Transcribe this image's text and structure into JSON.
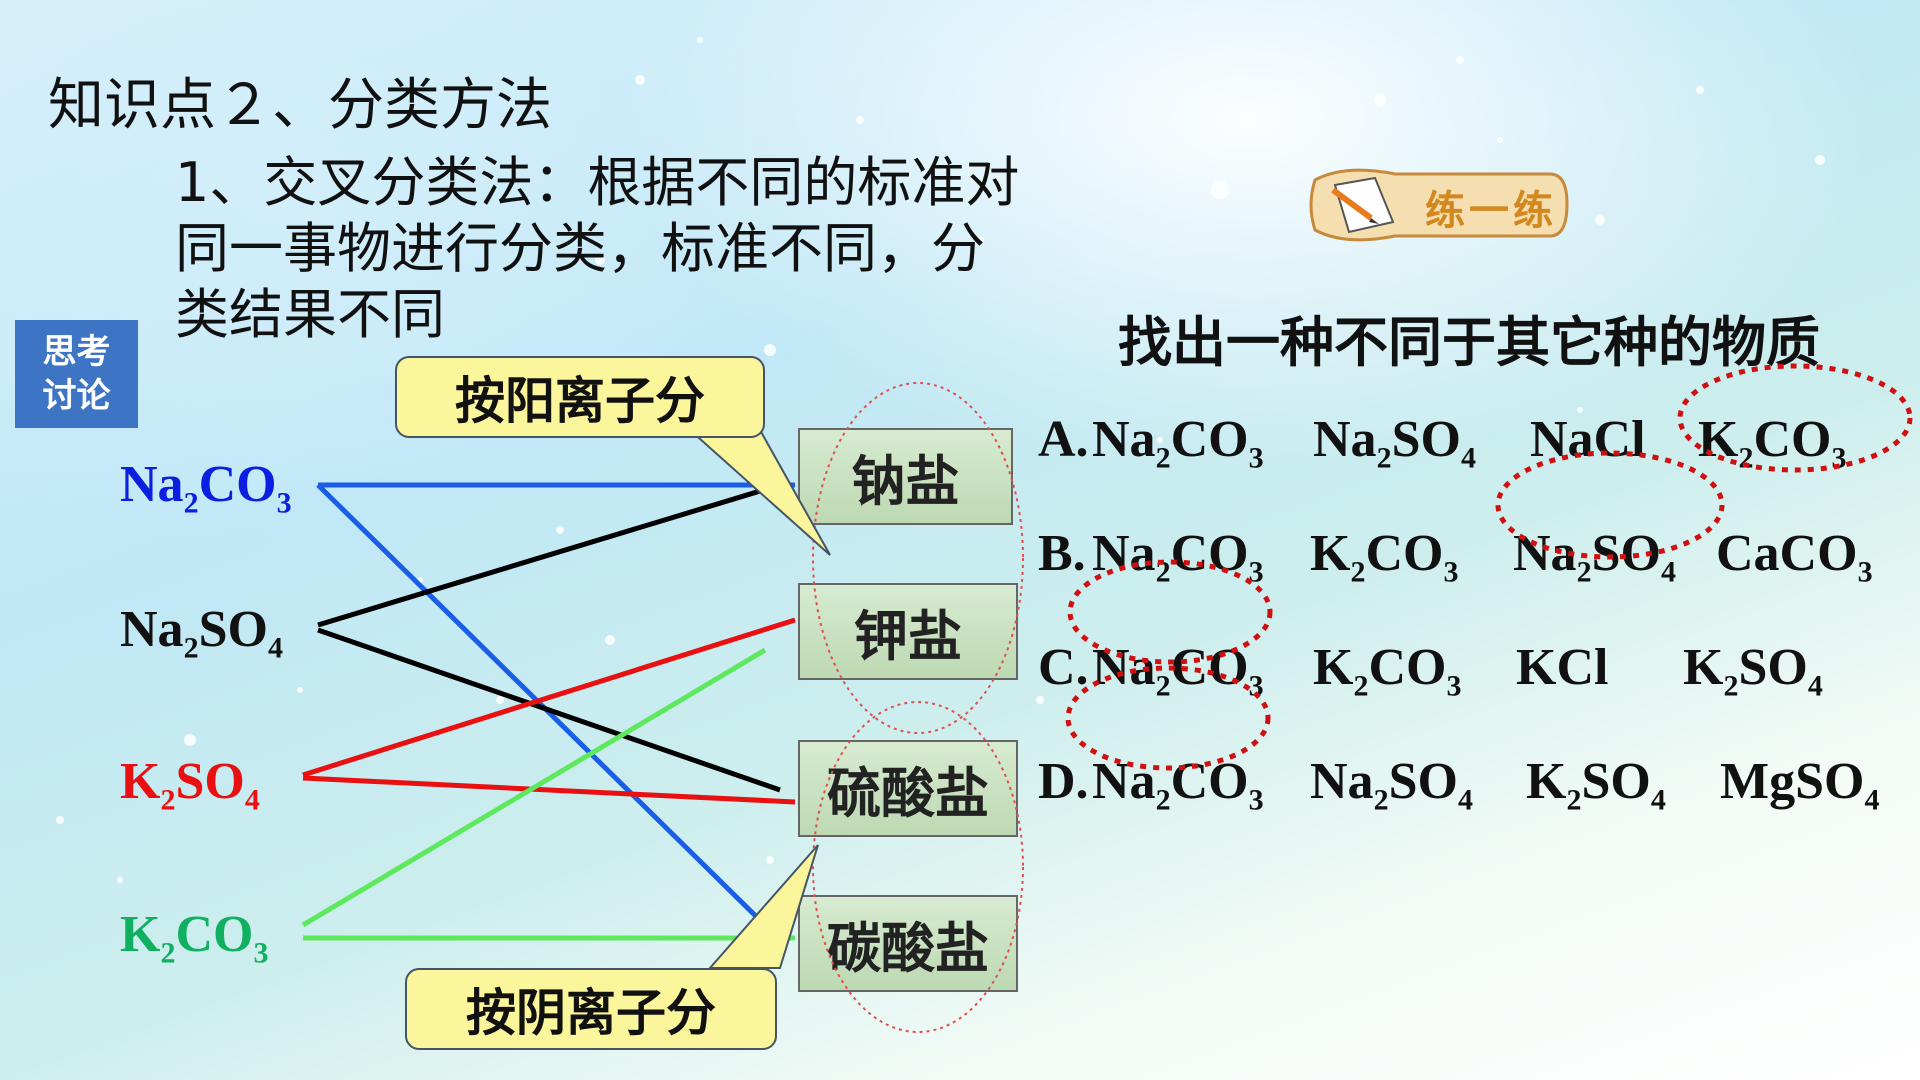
{
  "slide": {
    "title": "知识点２、分类方法",
    "description": "1、交叉分类法：根据不同的标准对同一事物进行分类，标准不同，分类结果不同",
    "discuss_badge": "思考讨论"
  },
  "compounds": [
    {
      "element": "Na",
      "sub1": "2",
      "group": "CO",
      "sub2": "3",
      "color": "#0a1fe0"
    },
    {
      "element": "Na",
      "sub1": "2",
      "group": "SO",
      "sub2": "4",
      "color": "#111111"
    },
    {
      "element": "K",
      "sub1": "2",
      "group": "SO",
      "sub2": "4",
      "color": "#e81010"
    },
    {
      "element": "K",
      "sub1": "2",
      "group": "CO",
      "sub2": "3",
      "color": "#10b060"
    }
  ],
  "categories": [
    "钠盐",
    "钾盐",
    "硫酸盐",
    "碳酸盐"
  ],
  "notes": {
    "cation": "按阳离子分",
    "anion": "按阴离子分"
  },
  "practice": {
    "badge_label": "练一练",
    "question": "找出一种不同于其它种的物质",
    "options": [
      {
        "label": "A.",
        "items": [
          [
            "Na",
            "2",
            "CO",
            "3"
          ],
          [
            "Na",
            "2",
            "SO",
            "4"
          ],
          [
            "NaCl",
            "",
            "",
            ""
          ],
          [
            "K",
            "2",
            "CO",
            "3"
          ]
        ]
      },
      {
        "label": "B.",
        "items": [
          [
            "Na",
            "2",
            "CO",
            "3"
          ],
          [
            "K",
            "2",
            "CO",
            "3"
          ],
          [
            "Na",
            "2",
            "SO",
            "4"
          ],
          [
            "CaCO",
            "3",
            "",
            ""
          ]
        ]
      },
      {
        "label": "C.",
        "items": [
          [
            "Na",
            "2",
            "CO",
            "3"
          ],
          [
            "K",
            "2",
            "CO",
            "3"
          ],
          [
            "KCl",
            "",
            "",
            ""
          ],
          [
            "K",
            "2",
            "SO",
            "4"
          ]
        ]
      },
      {
        "label": "D.",
        "items": [
          [
            "Na",
            "2",
            "CO",
            "3"
          ],
          [
            "Na",
            "2",
            "SO",
            "4"
          ],
          [
            "K",
            "2",
            "SO",
            "4"
          ],
          [
            "MgSO",
            "4",
            "",
            ""
          ]
        ]
      }
    ]
  },
  "colors": {
    "na2co3_line": "#1a5ee8",
    "na2so4_line": "#000000",
    "k2so4_line": "#e81010",
    "k2co3_line": "#5ee85e",
    "highlight_circle": "#d01010"
  }
}
